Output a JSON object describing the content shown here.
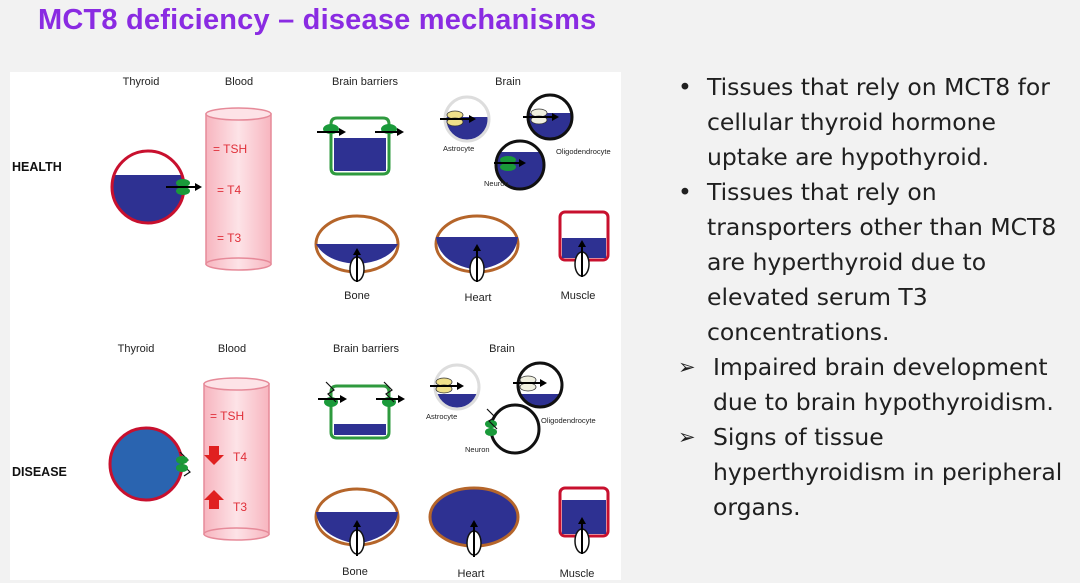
{
  "slide": {
    "title": "MCT8 deficiency – disease mechanisms"
  },
  "figure": {
    "rows": [
      {
        "label": "HEALTH",
        "headers": {
          "thyroid": "Thyroid",
          "blood": "Blood",
          "barriers": "Brain barriers",
          "brain": "Brain"
        },
        "blood_values": [
          "= TSH",
          "= T4",
          "= T3"
        ],
        "cells": {
          "astrocyte": "Astrocyte",
          "oligodendrocyte": "Oligodendrocyte",
          "neuron": "Neuron"
        },
        "organs": {
          "bone": "Bone",
          "heart": "Heart",
          "muscle": "Muscle"
        }
      },
      {
        "label": "DISEASE",
        "headers": {
          "thyroid": "Thyroid",
          "blood": "Blood",
          "barriers": "Brain barriers",
          "brain": "Brain"
        },
        "blood_values": [
          "= TSH",
          "T4",
          "T3"
        ],
        "cells": {
          "astrocyte": "Astrocyte",
          "oligodendrocyte": "Oligodendrocyte",
          "neuron": "Neuron"
        },
        "organs": {
          "bone": "Bone",
          "heart": "Heart",
          "muscle": "Muscle"
        }
      }
    ],
    "colors": {
      "fill_blue": "#2e3192",
      "cell_blue": "#2a64b0",
      "red_outline": "#c8102e",
      "green": "#1a9a3a",
      "green_outline": "#2e9a3e",
      "bone_outline": "#b5652a",
      "blood_pink": "#f8c4cc",
      "down_arrow": "#e02020",
      "up_arrow": "#e02020",
      "title_purple": "#8a2be2"
    }
  },
  "bullets": [
    {
      "type": "dot",
      "marker": "•",
      "text": "Tissues that rely on MCT8 for cellular thyroid hormone uptake are hypothyroid."
    },
    {
      "type": "dot",
      "marker": "•",
      "text": "Tissues that rely on transporters other than MCT8 are hyperthyroid due to elevated serum T3 concentrations."
    },
    {
      "type": "arrow",
      "marker": "➢",
      "text": "Impaired brain development due to brain hypothyroidism."
    },
    {
      "type": "arrow",
      "marker": "➢",
      "text": "Signs of tissue hyperthyroidism in peripheral organs."
    }
  ]
}
